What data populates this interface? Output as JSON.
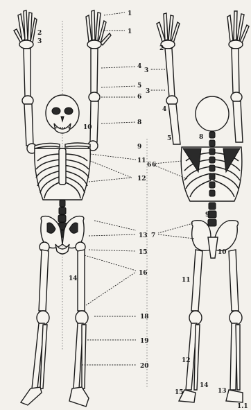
{
  "labels": {
    "front": {
      "hand_r1": "1",
      "hand_r2": "1",
      "wrist_l_a": "2",
      "wrist_l_b": "3",
      "humerus_top": "4",
      "elbow_a": "5",
      "elbow_b": "6",
      "humerus_low": "8",
      "clavicle": "10",
      "scapula": "9",
      "sternum": "11",
      "ribs": "12",
      "pelvis": "13",
      "hip": "15",
      "femur_head": "16",
      "sacrum_front": "14",
      "knee": "18",
      "tibia": "19",
      "fibula": "20"
    },
    "back": {
      "hand_l": "2",
      "forearm_a": "3",
      "forearm_b": "3",
      "elbow": "4",
      "upper_arm": "5",
      "scapula_a": "6",
      "scapula_b": "6",
      "neck": "8",
      "vertebra": "9",
      "pelvis_left": "7",
      "sacrum": "10",
      "femur": "11",
      "tibia": "12",
      "foot_left": "15",
      "foot_mark": "14",
      "foot_right": "13",
      "corner": "1.1"
    }
  }
}
